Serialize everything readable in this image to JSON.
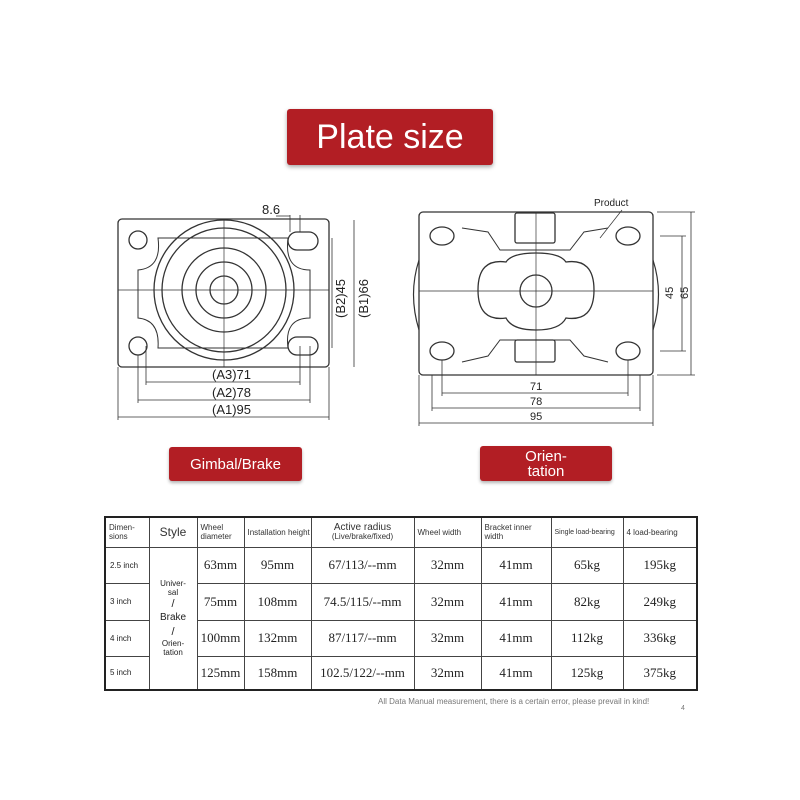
{
  "title": "Plate size",
  "left_drawing": {
    "label": "Gimbal/Brake",
    "dim_hole": "8.6",
    "dim_b2": "(B2)45",
    "dim_b1": "(B1)66",
    "dim_a3": "(A3)71",
    "dim_a2": "(A2)78",
    "dim_a1": "(A1)95"
  },
  "right_drawing": {
    "label_line1": "Orien-",
    "label_line2": "tation",
    "product_label": "Product",
    "dim_45": "45",
    "dim_65": "65",
    "dim_71": "71",
    "dim_78": "78",
    "dim_95": "95"
  },
  "table": {
    "headers": {
      "dimensions": "Dimen- sions",
      "style": "Style",
      "wheel_diameter": "Wheel diameter",
      "installation_height": "Installation height",
      "active_radius_line1": "Active radius",
      "active_radius_line2": "(Live/brake/fixed)",
      "wheel_width": "Wheel width",
      "bracket_inner_width": "Bracket inner width",
      "single_load": "Single load-bearing",
      "four_load": "4 load-bearing"
    },
    "style_text": {
      "line1": "Univer-",
      "line2": "sal",
      "slash1": "/",
      "brake": "Brake",
      "slash2": "/",
      "line3": "Orien-",
      "line4": "tation"
    },
    "rows": [
      {
        "dimension": "2.5 inch",
        "wheel_diameter": "63mm",
        "installation_height": "95mm",
        "active_radius": "67/113/--mm",
        "wheel_width": "32mm",
        "bracket_inner_width": "41mm",
        "single_load": "65kg",
        "four_load": "195kg"
      },
      {
        "dimension": "3 inch",
        "wheel_diameter": "75mm",
        "installation_height": "108mm",
        "active_radius": "74.5/115/--mm",
        "wheel_width": "32mm",
        "bracket_inner_width": "41mm",
        "single_load": "82kg",
        "four_load": "249kg"
      },
      {
        "dimension": "4 inch",
        "wheel_diameter": "100mm",
        "installation_height": "132mm",
        "active_radius": "87/117/--mm",
        "wheel_width": "32mm",
        "bracket_inner_width": "41mm",
        "single_load": "112kg",
        "four_load": "336kg"
      },
      {
        "dimension": "5 inch",
        "wheel_diameter": "125mm",
        "installation_height": "158mm",
        "active_radius": "102.5/122/--mm",
        "wheel_width": "32mm",
        "bracket_inner_width": "41mm",
        "single_load": "125kg",
        "four_load": "375kg"
      }
    ]
  },
  "footnote": "All Data Manual measurement, there is a certain error, please prevail in kind!",
  "footnote_mark": "4",
  "colors": {
    "accent_red": "#b21e24"
  }
}
